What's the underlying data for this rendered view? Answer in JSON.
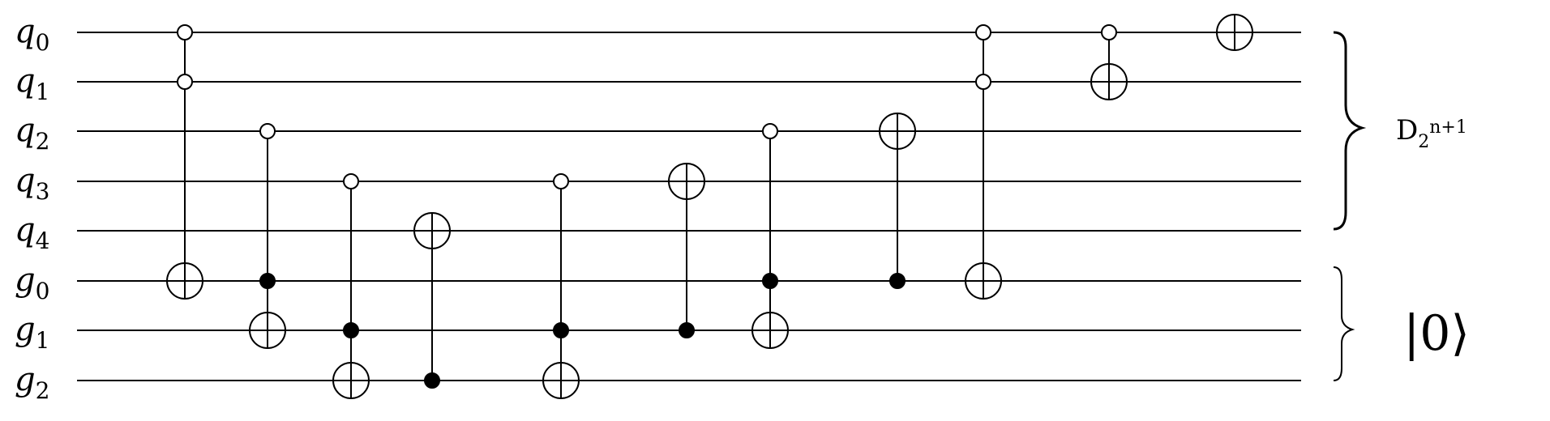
{
  "wires": [
    {
      "base": "q",
      "sub": "0"
    },
    {
      "base": "q",
      "sub": "1"
    },
    {
      "base": "q",
      "sub": "2"
    },
    {
      "base": "q",
      "sub": "3"
    },
    {
      "base": "q",
      "sub": "4"
    },
    {
      "base": "g",
      "sub": "0"
    },
    {
      "base": "g",
      "sub": "1"
    },
    {
      "base": "g",
      "sub": "2"
    }
  ],
  "gates": [
    {
      "controls": [
        {
          "wire": 0,
          "type": "open"
        },
        {
          "wire": 1,
          "type": "open"
        }
      ],
      "target": 5
    },
    {
      "controls": [
        {
          "wire": 2,
          "type": "open"
        },
        {
          "wire": 5,
          "type": "closed"
        }
      ],
      "target": 6
    },
    {
      "controls": [
        {
          "wire": 3,
          "type": "open"
        },
        {
          "wire": 6,
          "type": "closed"
        }
      ],
      "target": 7
    },
    {
      "controls": [
        {
          "wire": 7,
          "type": "closed"
        }
      ],
      "target": 4
    },
    {
      "controls": [
        {
          "wire": 3,
          "type": "open"
        },
        {
          "wire": 6,
          "type": "closed"
        }
      ],
      "target": 7
    },
    {
      "controls": [
        {
          "wire": 6,
          "type": "closed"
        }
      ],
      "target": 3
    },
    {
      "controls": [
        {
          "wire": 2,
          "type": "open"
        },
        {
          "wire": 5,
          "type": "closed"
        }
      ],
      "target": 6
    },
    {
      "controls": [
        {
          "wire": 5,
          "type": "closed"
        }
      ],
      "target": 2
    },
    {
      "controls": [
        {
          "wire": 0,
          "type": "open"
        },
        {
          "wire": 1,
          "type": "open"
        }
      ],
      "target": 5
    },
    {
      "controls": [
        {
          "wire": 0,
          "type": "open"
        }
      ],
      "target": 1
    },
    {
      "controls": [],
      "target": 0
    }
  ],
  "registers": {
    "top": {
      "label": "D",
      "sub": "2",
      "sup": "n+1"
    },
    "bottom": {
      "label": "|0⟩"
    }
  }
}
